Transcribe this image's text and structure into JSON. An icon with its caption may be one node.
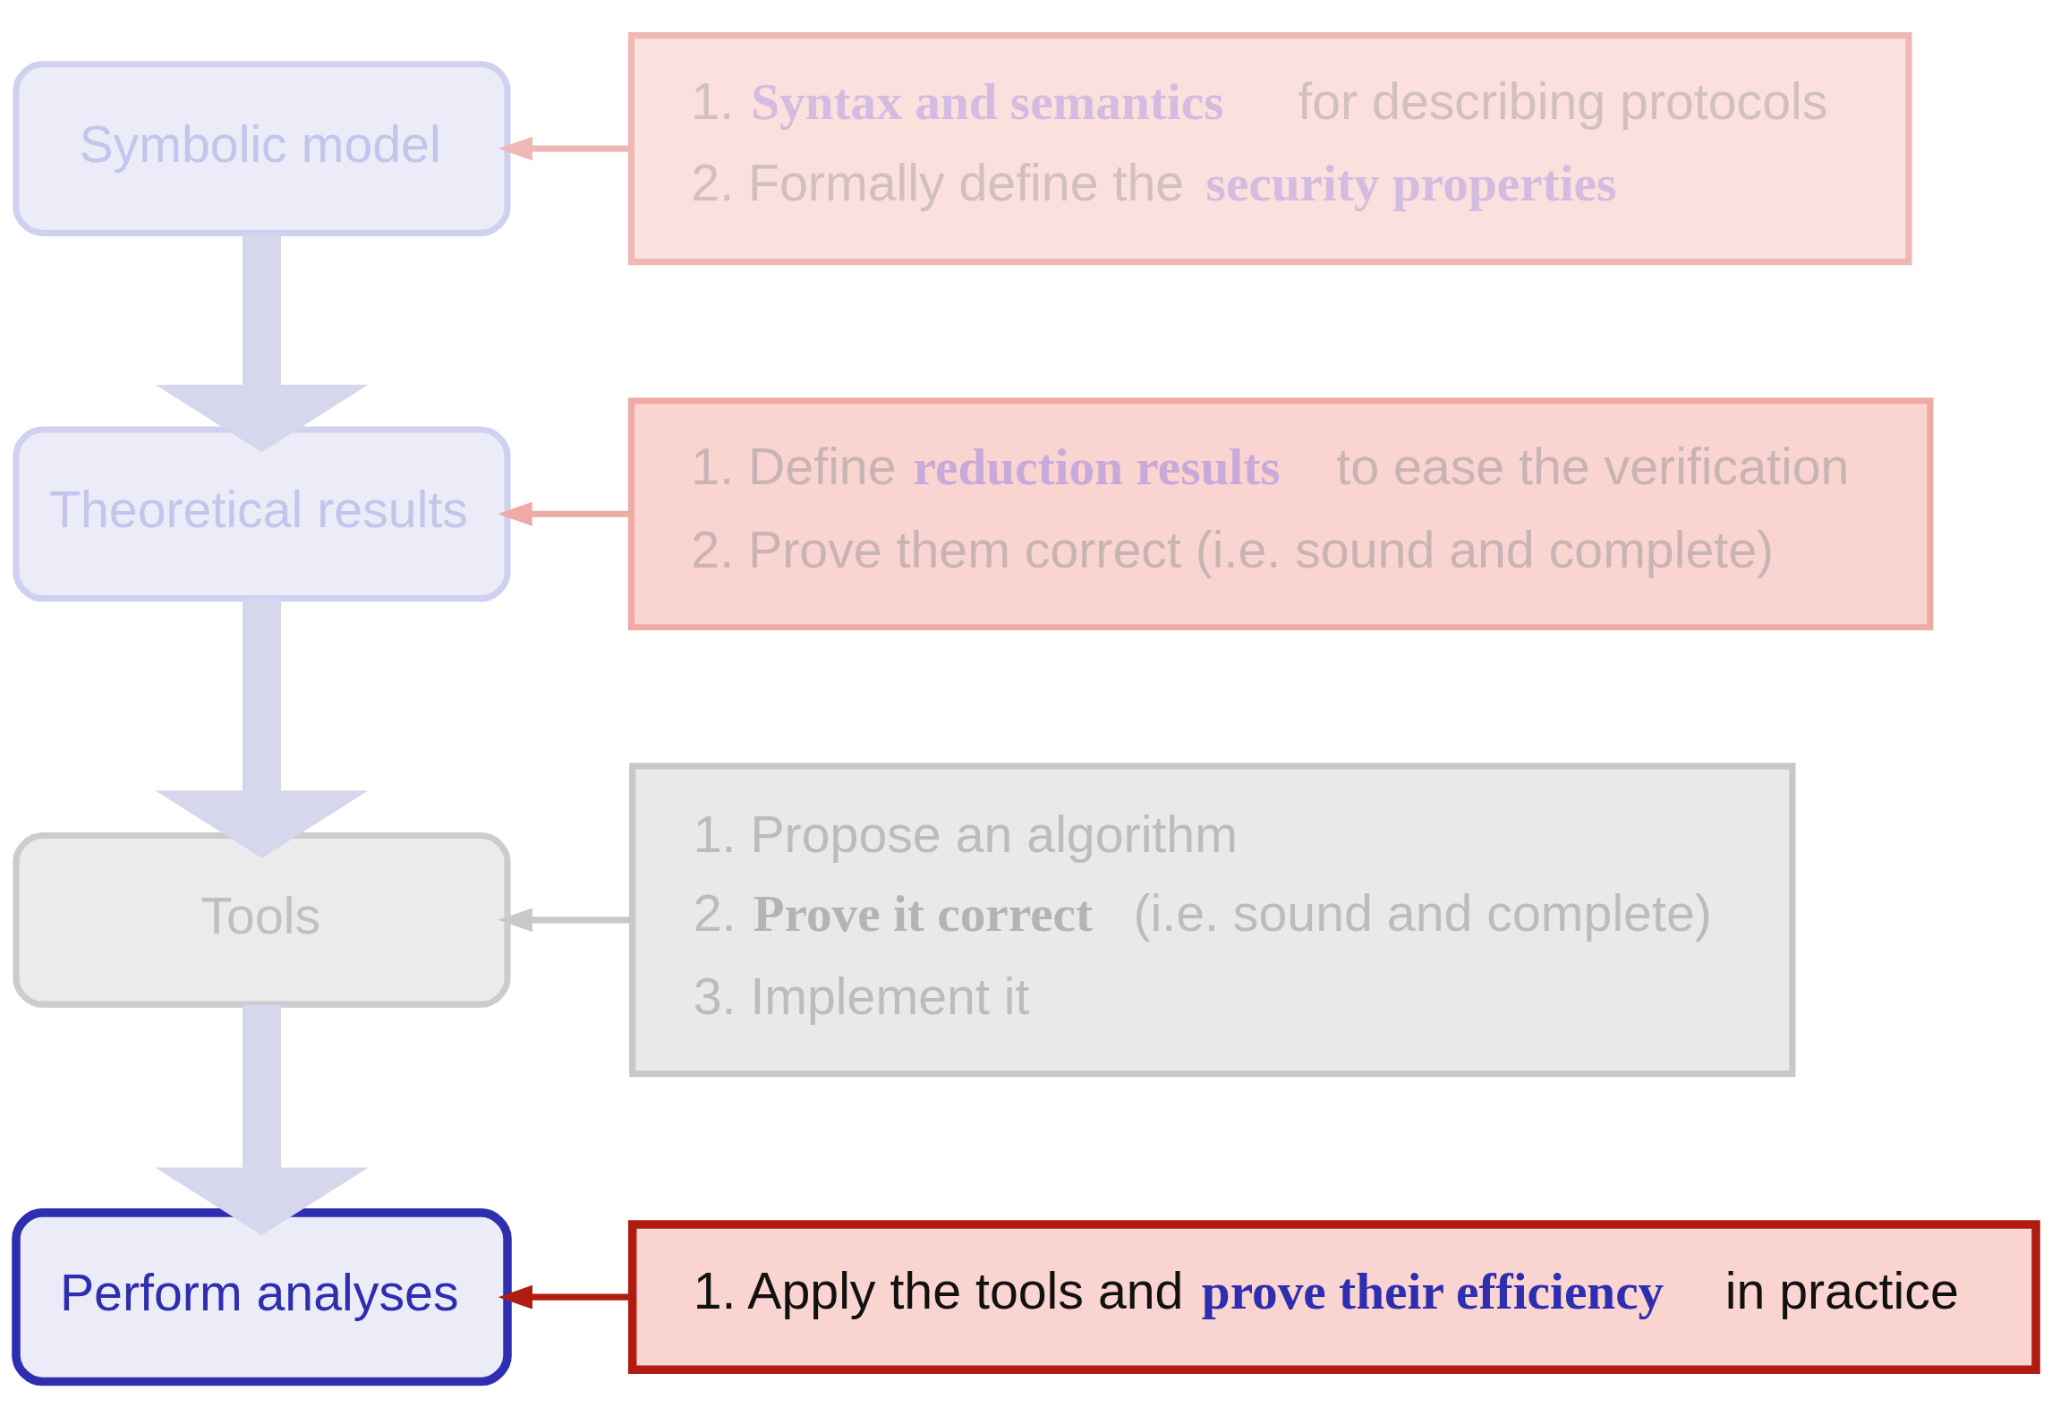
{
  "diagram": {
    "nodes": [
      {
        "text": [
          "Symbolic model"
        ]
      },
      {
        "text": [
          "1. **Syntax and semantics** for describing protocols",
          "2. Formally define the **security properties**"
        ]
      },
      {
        "text": [
          "Theoretical results"
        ]
      },
      {
        "text": [
          "1. Define **reduction results** to ease the verification",
          "2. Prove them correct (i.e. sound and complete)"
        ]
      },
      {
        "text": [
          "Tools"
        ]
      },
      {
        "text": [
          "1. Propose an algorithm",
          "2. **Prove it correct** (i.e. sound and complete)",
          "3. Implement it"
        ]
      },
      {
        "text": [
          "Perform analyses"
        ]
      },
      {
        "text": [
          "1. Apply the tools and **prove their efficiency** in practice"
        ]
      }
    ],
    "edges": [
      {
        "from": 0,
        "to": 2,
        "arrow": "to",
        "style": "thick",
        "color": "#d6d6ec"
      },
      {
        "from": 2,
        "to": 4,
        "arrow": "to",
        "style": "thick",
        "color": "#d6d6ec"
      },
      {
        "from": 4,
        "to": 6,
        "arrow": "to",
        "style": "thick",
        "color": "#d6d6ec"
      },
      {
        "from": 1,
        "to": 0,
        "arrow": "to",
        "color": "#f0b8b4"
      },
      {
        "from": 3,
        "to": 2,
        "arrow": "to",
        "color": "#eeaaa4"
      },
      {
        "from": 5,
        "to": 4,
        "arrow": "to",
        "color": "#c8c8c8"
      },
      {
        "from": 7,
        "to": 6,
        "arrow": "to",
        "color": "#b01c10"
      }
    ]
  }
}
